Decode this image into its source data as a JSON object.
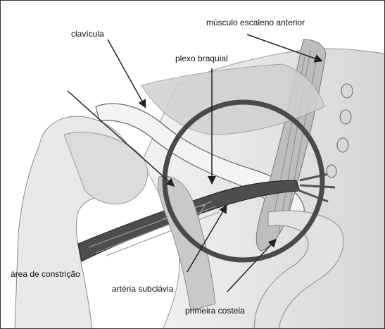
{
  "figure": {
    "labels": {
      "clavicle": "clavícula",
      "anterior_scalene": "músculo escaleno anterior",
      "brachial_plexus": "plexo braquial",
      "constriction_area": "área de constrição",
      "subclavian_artery": "artéria subclávia",
      "first_rib": "primeira costela"
    },
    "colors": {
      "background": "#ffffff",
      "shade_light": "#e6e6e6",
      "shade_mid": "#c4c4c4",
      "shade_dark": "#5a5a5a",
      "circle": "#4a4a4a",
      "line": "#222222"
    }
  }
}
